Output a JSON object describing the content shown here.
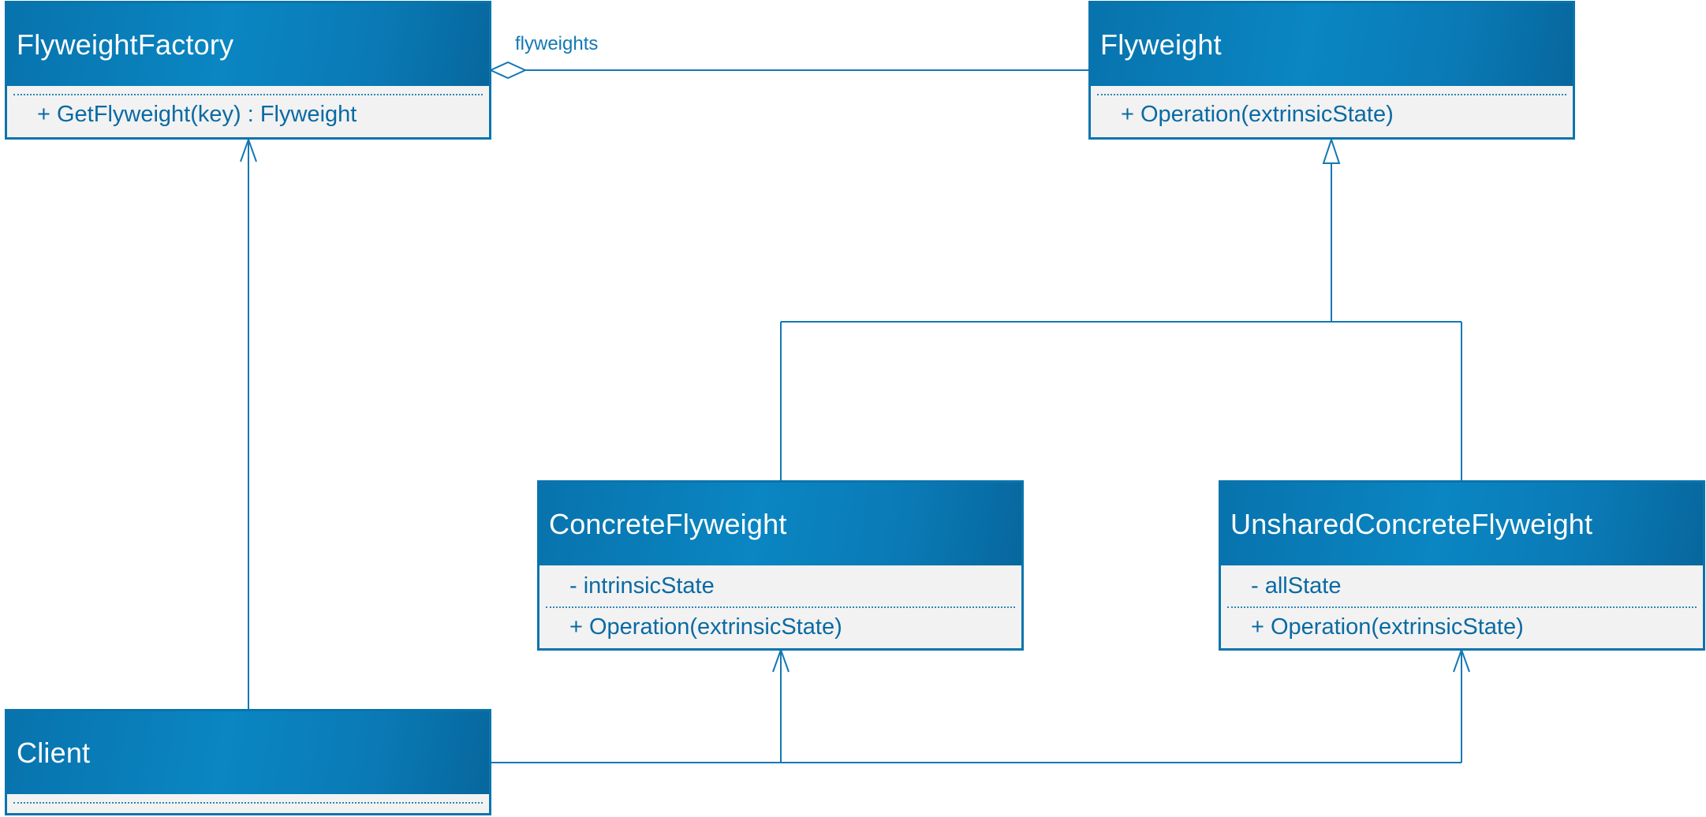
{
  "diagram": {
    "association_label": "flyweights",
    "classes": {
      "flyweight_factory": {
        "name": "FlyweightFactory",
        "attributes": [],
        "operations": [
          "+ GetFlyweight(key) : Flyweight"
        ]
      },
      "flyweight": {
        "name": "Flyweight",
        "attributes": [],
        "operations": [
          "+ Operation(extrinsicState)"
        ]
      },
      "concrete_flyweight": {
        "name": "ConcreteFlyweight",
        "attributes": [
          "- intrinsicState"
        ],
        "operations": [
          "+ Operation(extrinsicState)"
        ]
      },
      "unshared_concrete_flyweight": {
        "name": "UnsharedConcreteFlyweight",
        "attributes": [
          "- allState"
        ],
        "operations": [
          "+ Operation(extrinsicState)"
        ]
      },
      "client": {
        "name": "Client",
        "attributes": [],
        "operations": []
      }
    },
    "colors": {
      "header_start": "#0873ad",
      "header_end": "#07679d",
      "border": "#0a74ad",
      "text": "#0a6aa3",
      "body": "#f2f2f2"
    }
  }
}
